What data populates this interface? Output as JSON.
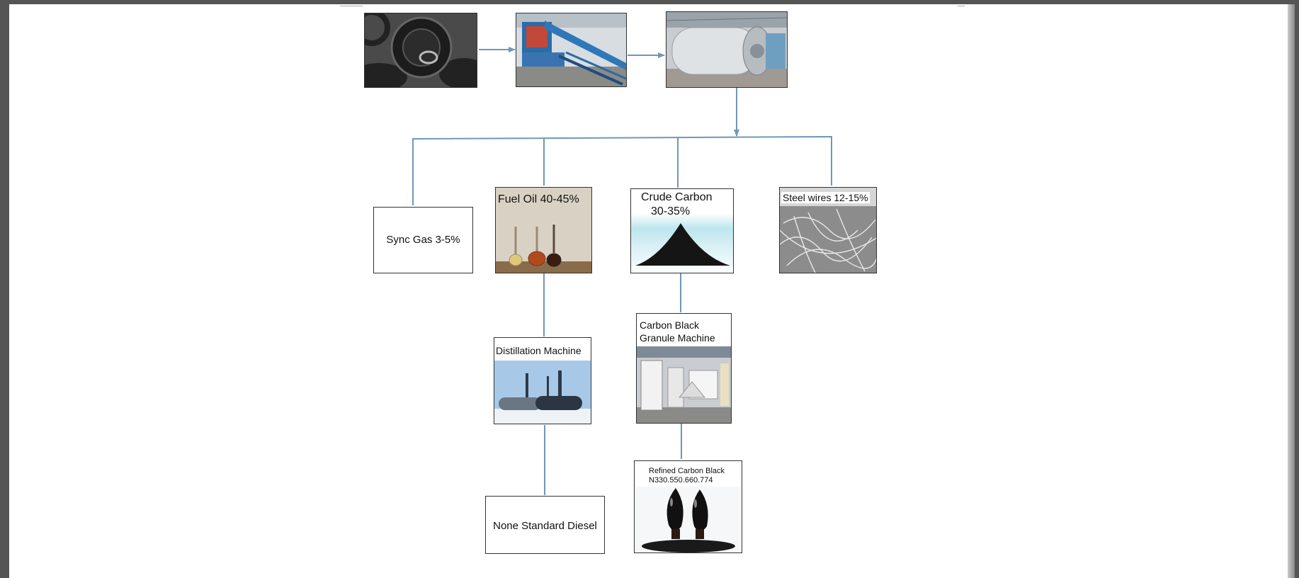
{
  "colors": {
    "connector": "#6f97b8",
    "frame": "#555555"
  },
  "nodes": {
    "sync_gas": "Sync Gas 3-5%",
    "fuel_oil": "Fuel Oil 40-45%",
    "crude_carbon_l1": "Crude Carbon",
    "crude_carbon_l2": "30-35%",
    "steel_wires": "Steel wires 12-15%",
    "distillation": "Distillation Machine",
    "granule_l1": "Carbon Black",
    "granule_l2": "Granule Machine",
    "refined_l1": "Refined Carbon Black",
    "refined_l2": "N330.550.660.774",
    "diesel": "None Standard Diesel"
  }
}
